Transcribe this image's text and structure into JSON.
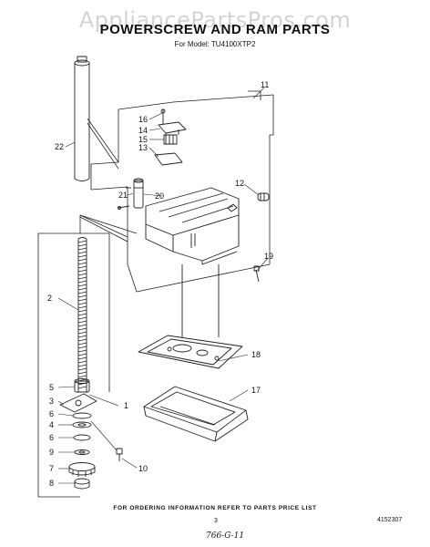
{
  "watermark": "AppliancePartsPros.com",
  "header": {
    "title": "POWERSCREW AND RAM PARTS",
    "subtitle": "For Model: TU4100XTP2"
  },
  "callouts": {
    "c1": "1",
    "c2": "2",
    "c3": "3",
    "c4": "4",
    "c5": "5",
    "c6a": "6",
    "c6b": "6",
    "c7": "7",
    "c8": "8",
    "c9": "9",
    "c10": "10",
    "c11": "11",
    "c12": "12",
    "c13": "13",
    "c14": "14",
    "c15": "15",
    "c16": "16",
    "c17": "17",
    "c18": "18",
    "c19": "19",
    "c20": "20",
    "c21": "21",
    "c22": "22"
  },
  "footer": {
    "ordering_note": "FOR ORDERING INFORMATION REFER TO PARTS PRICE LIST",
    "page_number": "3",
    "part_code": "4152307",
    "handwritten_note": "766-G-11"
  }
}
